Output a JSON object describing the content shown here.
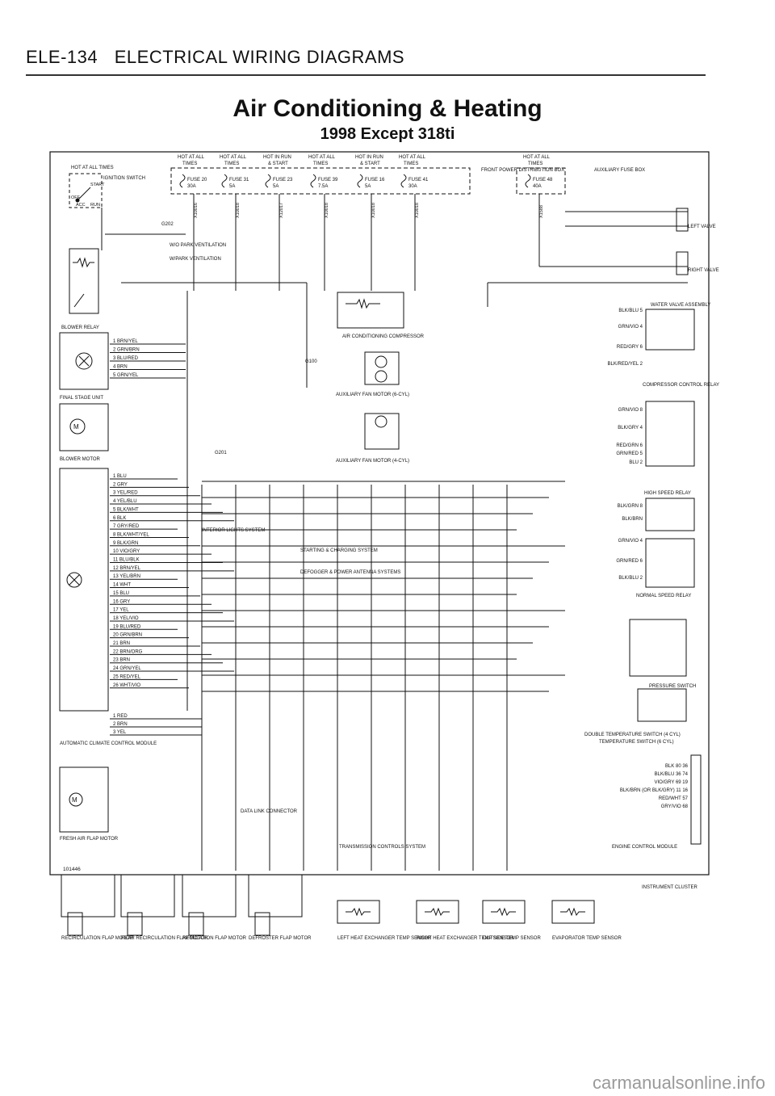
{
  "header": {
    "section": "ELE-134",
    "title": "ELECTRICAL WIRING DIAGRAMS"
  },
  "diagram": {
    "title": "Air Conditioning & Heating",
    "subtitle": "1998 Except 318ti",
    "figure_number": "101446"
  },
  "fuse_headers": [
    "HOT AT ALL",
    "HOT AT ALL",
    "HOT IN RUN",
    "HOT AT ALL",
    "HOT IN RUN",
    "HOT AT ALL",
    "HOT AT ALL"
  ],
  "fuse_subheaders": [
    "TIMES",
    "TIMES",
    "& START",
    "TIMES",
    "& START",
    "TIMES",
    "TIMES"
  ],
  "fuses": [
    {
      "name": "FUSE 20",
      "rating": "30A"
    },
    {
      "name": "FUSE 31",
      "rating": "5A"
    },
    {
      "name": "FUSE 23",
      "rating": "5A"
    },
    {
      "name": "FUSE 39",
      "rating": "7.5A"
    },
    {
      "name": "FUSE 16",
      "rating": "5A"
    },
    {
      "name": "FUSE 41",
      "rating": "30A"
    },
    {
      "name": "FUSE 48",
      "rating": "40A"
    }
  ],
  "connectors": [
    "X10016",
    "X10018",
    "X12017",
    "X10018",
    "X10018",
    "X10018",
    "X1588"
  ],
  "ignition": {
    "hot_label": "HOT AT ALL TIMES",
    "switch_label": "IGNITION SWITCH",
    "positions": [
      "OFF",
      "ACC",
      "RUN",
      "START"
    ]
  },
  "front_power_box": "FRONT POWER DISTRIBUTION BOX",
  "aux_fuse_box": "AUXILIARY FUSE BOX",
  "components": {
    "blower_relay": "BLOWER RELAY",
    "final_stage": "FINAL STAGE UNIT",
    "blower_motor": "BLOWER MOTOR",
    "climate_module": "AUTOMATIC CLIMATE CONTROL MODULE",
    "fresh_air": "FRESH AIR FLAP MOTOR",
    "water_valve": "WATER VALVE ASSEMBLY",
    "left_valve": "LEFT VALVE",
    "right_valve": "RIGHT VALVE",
    "ac_compressor": "AIR CONDITIONING COMPRESSOR",
    "compressor_relay": "COMPRESSOR CONTROL RELAY",
    "aux_fan_6": "AUXILIARY FAN MOTOR (6-CYL)",
    "aux_fan_4": "AUXILIARY FAN MOTOR (4-CYL)",
    "high_speed_relay": "HIGH SPEED RELAY",
    "normal_speed_relay": "NORMAL SPEED RELAY",
    "pressure_switch": "PRESSURE SWITCH",
    "double_temp_switch": "DOUBLE TEMPERATURE SWITCH (4 CYL)",
    "temp_switch_6": "TEMPERATURE SWITCH (6 CYL)",
    "engine_module": "ENGINE CONTROL MODULE",
    "transmission": "TRANSMISSION CONTROLS SYSTEM",
    "instrument_cluster": "INSTRUMENT CLUSTER",
    "data_link": "DATA LINK CONNECTOR",
    "interior_lights": "INTERIOR LIGHTS SYSTEM",
    "starting": "STARTING & CHARGING SYSTEM",
    "defogger": "DEFOGGER & POWER ANTENNA SYSTEMS",
    "g100": "G100",
    "g201": "G201",
    "g202": "G202"
  },
  "park_vent": [
    "W/O PARK VENTILATION",
    "W/PARK VENTILATION"
  ],
  "bottom_components": [
    "RECIRCULATION FLAP MOTOR",
    "REAR RECIRCULATION FLAP MOTOR",
    "REGULATION FLAP MOTOR",
    "DEFROSTER FLAP MOTOR",
    "LEFT HEAT EXCHANGER TEMP SENSOR",
    "RIGHT HEAT EXCHANGER TEMP SENSOR",
    "OUTSIDE TEMP SENSOR",
    "EVAPORATOR TEMP SENSOR"
  ],
  "module_pins_a": [
    "1 BRN/YEL",
    "2 GRN/BRN",
    "3 BLU/RED",
    "4 BRN",
    "5 GRN/YEL"
  ],
  "module_pins_b": [
    "1 BLU",
    "2 GRY",
    "3 YEL/RED",
    "4 YEL/BLU",
    "5 BLK/WHT",
    "6 BLK",
    "7 GRY/RED",
    "8 BLK/WHT/YEL",
    "9 BLK/GRN",
    "10 VIO/GRY",
    "11 BLU/BLK",
    "12 BRN/YEL",
    "13 YEL/BRN",
    "14 WHT",
    "15 BLU",
    "16 GRY",
    "17 YEL",
    "18 YEL/VIO",
    "19 BLU/RED",
    "20 GRN/BRN",
    "21 BRN",
    "22 BRN/ORG",
    "23 BRN",
    "24 GRN/YEL",
    "25 RED/YEL",
    "26 WHT/VIO"
  ],
  "module_pins_c": [
    "1 RED",
    "2 BRN",
    "3 YEL"
  ],
  "relay_pins_right": [
    "BLK/BLU 5",
    "GRN/VIO 4",
    "RED/GRY 6",
    "BLK/RED/YEL 2",
    "GRN/VIO 8",
    "BLK/GRY 4",
    "RED/GRN 6",
    "GRN/RED 5",
    "BLU 2",
    "BLK/GRN 8",
    "BLK/BRN",
    "GRN/VIO 4",
    "GRN/RED 6",
    "BLK/BLU 2"
  ],
  "ecm_pins": [
    "BLK 80 36",
    "BLK/BLU 36 74",
    "VIO/GRY 69 19",
    "BLK/BRN (OR BLK/GRY) 11 16",
    "RED/WHT 57",
    "GRY/VIO 68"
  ],
  "watermark": "carmanualsonline.info"
}
